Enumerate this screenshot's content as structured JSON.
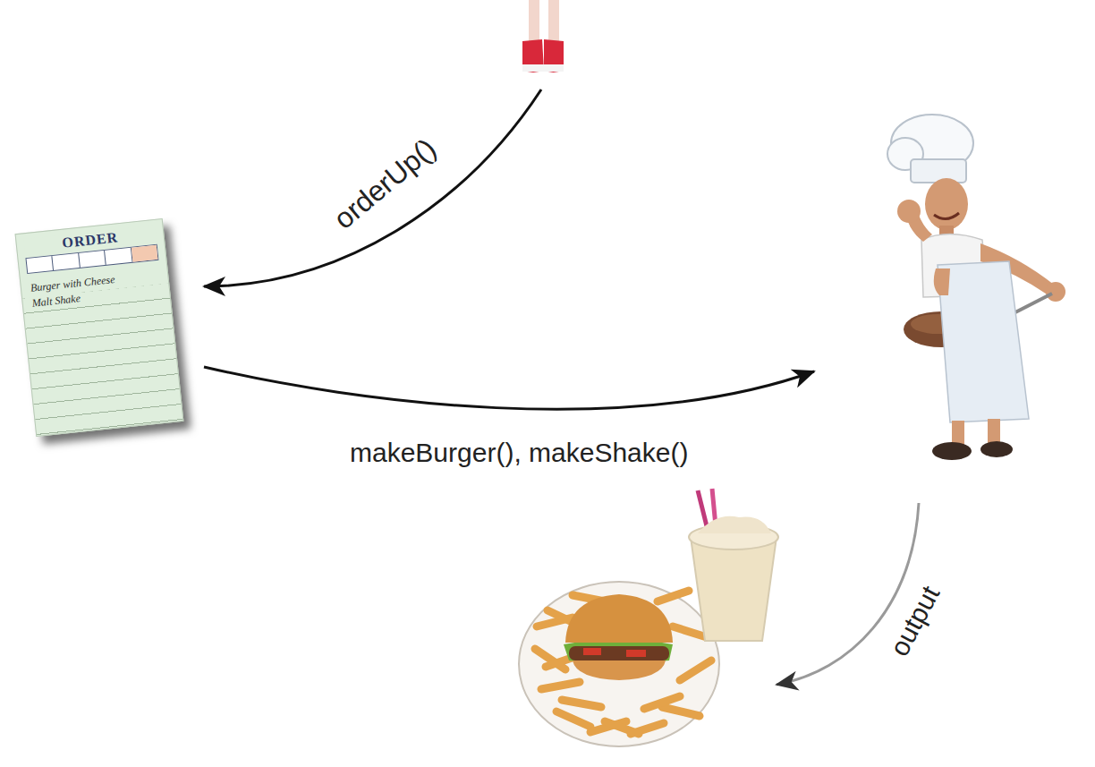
{
  "diagram": {
    "nodes": [
      {
        "text": [
          "ORDER",
          "Burger with Cheese",
          "Malt Shake"
        ]
      }
    ],
    "labels": [
      "orderUp()",
      "makeBurger(), makeShake()",
      "output"
    ]
  }
}
